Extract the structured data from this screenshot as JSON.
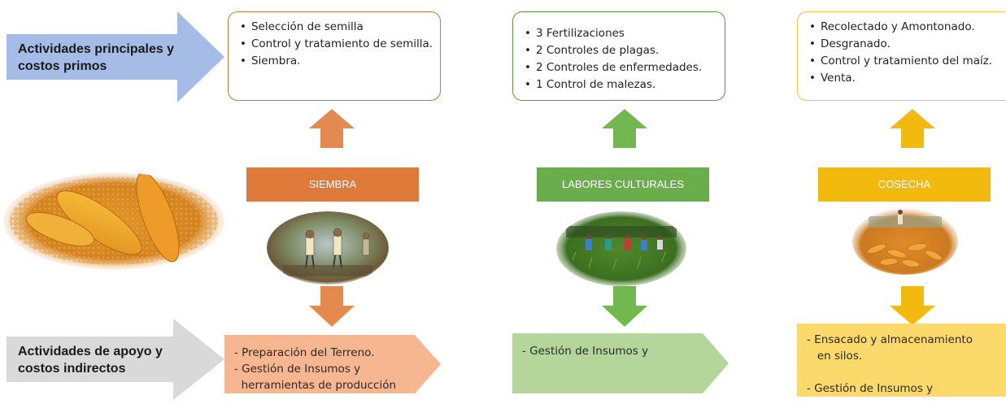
{
  "left_labels": {
    "primary": [
      "Actividades principales y",
      "costos primos"
    ],
    "support": [
      "Actividades de apoyo y",
      "costos indirectos"
    ]
  },
  "phases": [
    {
      "name": "SIEMBRA",
      "color": "#e07a3a",
      "top_items": [
        "Selección de semilla",
        "Control y tratamiento de semilla.",
        "Siembra."
      ],
      "bottom_lines": [
        "- Preparación del Terreno.",
        "- Gestión de Insumos y",
        "  herramientas de producción"
      ]
    },
    {
      "name": "LABORES CULTURALES",
      "color": "#6aae4c",
      "top_items": [
        "3 Fertilizaciones",
        "2 Controles de plagas.",
        "2 Controles de enfermedades.",
        "1 Control de malezas."
      ],
      "bottom_lines": [
        "- Gestión de Insumos y"
      ]
    },
    {
      "name": "COSECHA",
      "color": "#f2b90f",
      "top_items": [
        "Recolectado y Amontonado.",
        "Desgranado.",
        "Control y tratamiento del maíz.",
        "Venta."
      ],
      "bottom_lines": [
        "- Ensacado y almacenamiento",
        "   en silos.",
        "",
        "- Gestión de Insumos y"
      ]
    }
  ],
  "colors": {
    "primary_arrow": "#a5bde6",
    "support_arrow": "#d9d9d9",
    "siembra_box_border": "#c8773b",
    "labores_box_border": "#5a9a3e",
    "cosecha_box_border": "#f2c53b",
    "siembra_penta": "#f6b690",
    "labores_penta": "#b5d69a",
    "cosecha_penta": "#fbd96b"
  },
  "images": [
    "corn-cobs-photo",
    "sowing-workers-photo",
    "field-workers-photo",
    "harvest-corn-photo"
  ]
}
